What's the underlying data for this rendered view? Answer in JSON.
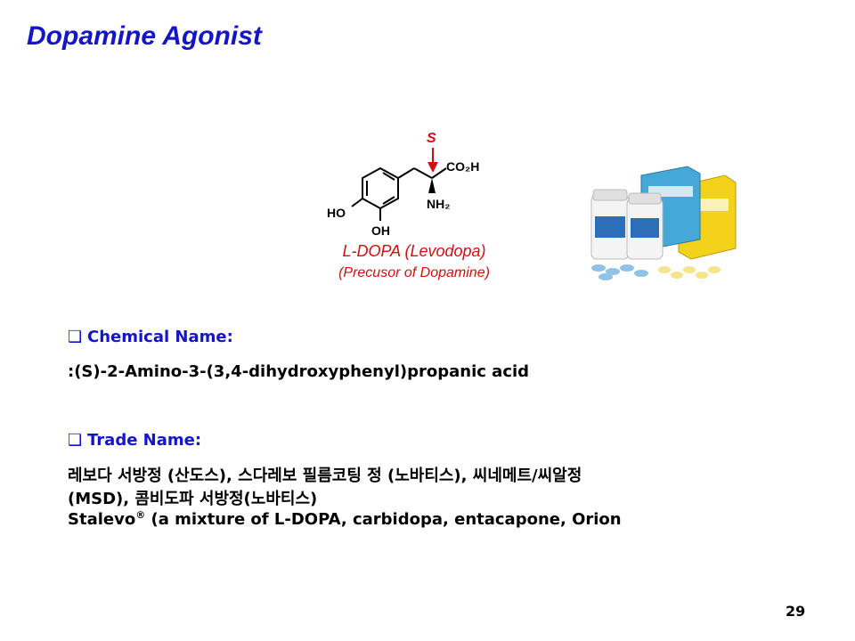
{
  "slide": {
    "title": "Dopamine Agonist",
    "page_number": "29"
  },
  "structure": {
    "stereo_label": "S",
    "carboxyl_label": "CO₂H",
    "amine_label": "NH₂",
    "ho_label": "HO",
    "oh_label": "OH",
    "caption": "L-DOPA (Levodopa)",
    "subcaption": "(Precusor of Dopamine)"
  },
  "chemical_name": {
    "bullet": "❑",
    "label": "Chemical Name:",
    "value": ":(S)-2-Amino-3-(3,4-dihydroxyphenyl)propanic acid"
  },
  "trade_name": {
    "bullet": "❑",
    "label": "Trade Name:",
    "line1": " 레보다 서방정 (산도스), 스다레보 필름코팅 정 (노바티스), 씨네메트/씨알정",
    "line2": "(MSD), 콤비도파 서방정(노바티스)",
    "line3_prefix": "Stalevo",
    "line3_mark": "®",
    "line3_rest": " (a mixture of L-DOPA, carbidopa, entacapone, Orion"
  },
  "colors": {
    "title": "#1414c8",
    "accent": "#d01010",
    "text": "#000000"
  }
}
